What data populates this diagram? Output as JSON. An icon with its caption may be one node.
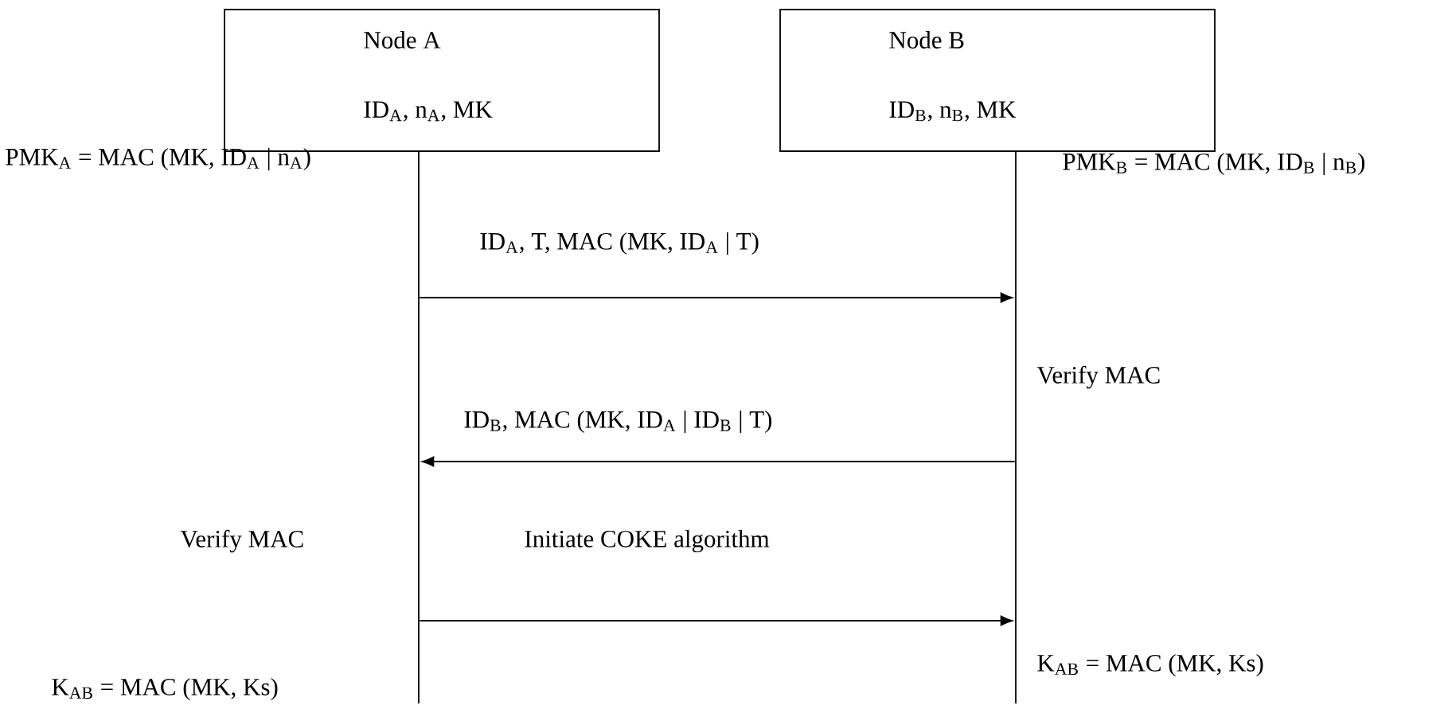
{
  "diagram": {
    "nodes": [
      {
        "text": [
          "Node A",
          "ID$_{A}$, n$_{A}$, MK"
        ]
      },
      {
        "text": [
          "Node B",
          "ID$_{B}$, n$_{B}$, MK"
        ]
      },
      {
        "text": [],
        "shape": "bar"
      },
      {
        "text": [],
        "shape": "bar"
      }
    ],
    "edges": [
      {
        "from": 2,
        "to": 3,
        "arrow": "to",
        "label": "ID$_{A}$, T, MAC (MK, ID$_{A}$ | T)"
      },
      {
        "from": 3,
        "to": 2,
        "arrow": "to",
        "label": "ID$_{B}$, MAC (MK, ID$_{A}$ | ID$_{B}$ | T)"
      },
      {
        "from": 2,
        "to": 3,
        "arrow": "to",
        "label": "Initiate COKE algorithm"
      }
    ],
    "labels": [
      "PMK$_{A}$ = MAC (MK, ID$_{A}$ | n$_{A}$)",
      "PMK$_{B}$ = MAC (MK, ID$_{B}$ | n$_{B}$)",
      "Verify MAC",
      "Verify MAC",
      "K$_{AB}$ = MAC (MK, Ks)",
      "K$_{AB}$ = MAC (MK, Ks)"
    ]
  }
}
